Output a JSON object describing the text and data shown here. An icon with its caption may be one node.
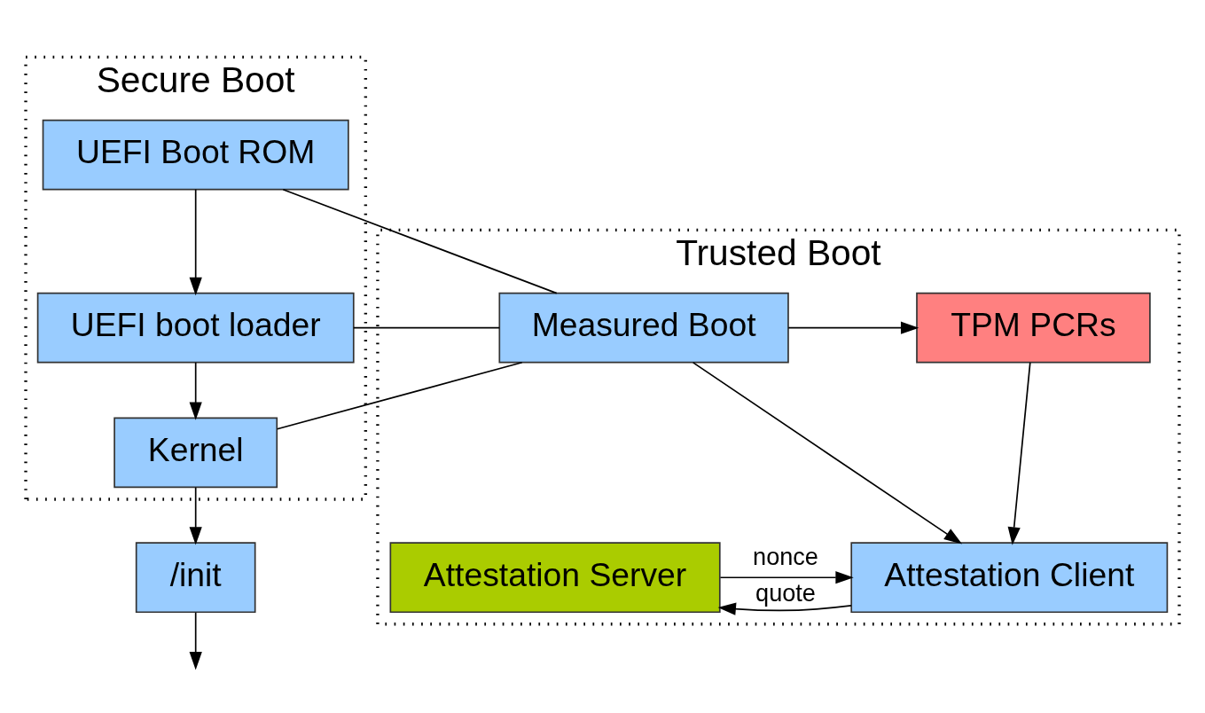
{
  "diagram": {
    "nodes": [
      {
        "text": [
          "Secure Boot"
        ]
      },
      {
        "text": [
          "UEFI Boot ROM"
        ],
        "in": 0
      },
      {
        "text": [
          "UEFI boot loader"
        ],
        "in": 0
      },
      {
        "text": [
          "Kernel"
        ],
        "in": 0
      },
      {
        "text": [
          "/init"
        ]
      },
      {
        "text": [
          "Trusted Boot"
        ]
      },
      {
        "text": [
          "Measured Boot"
        ],
        "in": 5
      },
      {
        "text": [
          "TPM PCRs"
        ],
        "in": 5
      },
      {
        "text": [
          "Attestation Client"
        ],
        "in": 5
      },
      {
        "text": [
          "Attestation Server"
        ],
        "in": 5
      }
    ],
    "edges": [
      {
        "from": 1,
        "to": 2,
        "arrow": "to"
      },
      {
        "from": 2,
        "to": 3,
        "arrow": "to"
      },
      {
        "from": 3,
        "to": 4,
        "arrow": "to"
      },
      {
        "from": 4,
        "to": null,
        "arrow": "to"
      },
      {
        "from": 1,
        "to": 6,
        "arrow": "none"
      },
      {
        "from": 2,
        "to": 6,
        "arrow": "none"
      },
      {
        "from": 3,
        "to": 6,
        "arrow": "none"
      },
      {
        "from": 6,
        "to": 7,
        "arrow": "to"
      },
      {
        "from": 6,
        "to": 8,
        "arrow": "to"
      },
      {
        "from": 7,
        "to": 8,
        "arrow": "to"
      },
      {
        "from": 9,
        "to": 8,
        "arrow": "to",
        "label": "nonce"
      },
      {
        "from": 8,
        "to": 9,
        "arrow": "to",
        "label": "quote"
      }
    ]
  }
}
